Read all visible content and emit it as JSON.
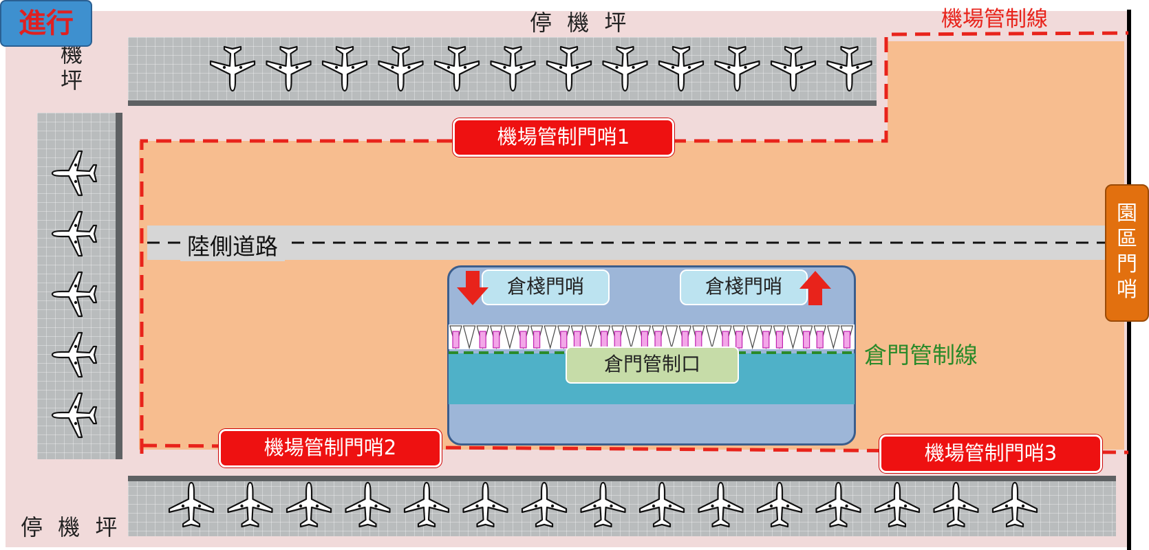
{
  "status_badge": "進行",
  "apron": {
    "top_label": "停 機 坪",
    "left_label_line1": "機",
    "left_label_line2": "坪",
    "bottom_label": "停 機 坪"
  },
  "airport_control_line": {
    "label": "機場管制線",
    "color": "#e8231b"
  },
  "gates": {
    "gate_1": "機場管制門哨1",
    "gate_2": "機場管制門哨2",
    "gate_3": "機場管制門哨3"
  },
  "landside_road": {
    "label": "陸側道路"
  },
  "park_gate": {
    "chars": [
      "園",
      "區",
      "門",
      "哨"
    ],
    "color": "#e2700f"
  },
  "warehouse": {
    "gate_in": "倉棧門哨",
    "gate_out": "倉棧門哨",
    "control_point": "倉門管制口",
    "control_line_label": "倉門管制線",
    "control_line_color": "#2a8a2a"
  },
  "colors": {
    "zone_fill": "#f7bd8f",
    "outer_fill": "#f1dada",
    "warehouse_fill": "#9db6d8"
  }
}
